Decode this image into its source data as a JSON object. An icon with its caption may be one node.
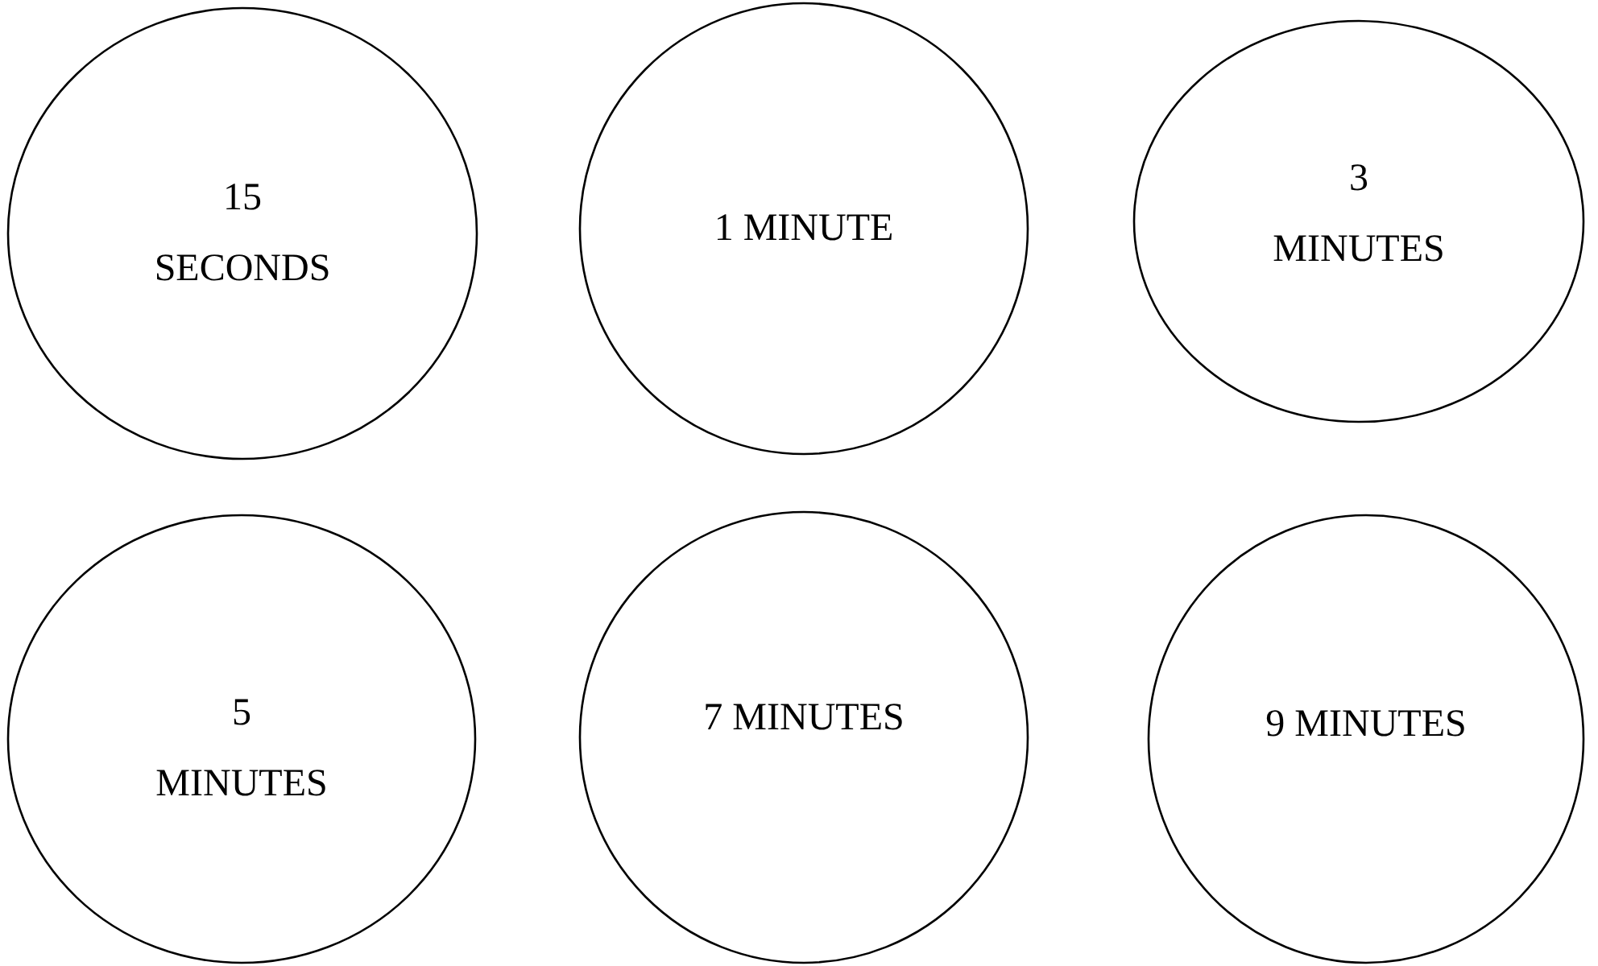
{
  "diagram": {
    "nodes": [
      {
        "text": [
          "15 SECONDS"
        ]
      },
      {
        "text": [
          "1 MINUTE"
        ]
      },
      {
        "text": [
          "3 MINUTES"
        ]
      },
      {
        "text": [
          "5 MINUTES"
        ]
      },
      {
        "text": [
          "7 MINUTES"
        ]
      },
      {
        "text": [
          "9 MINUTES"
        ]
      }
    ]
  }
}
